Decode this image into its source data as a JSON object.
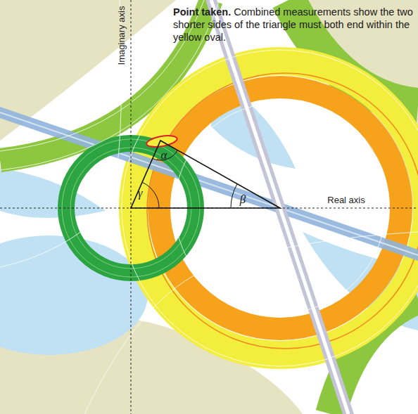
{
  "diagram": {
    "title": "Point taken.",
    "caption": "Combined measurements show the two shorter sides of the triangle must both end within the yellow oval.",
    "labels": [
      "Imaginary axis",
      "Real axis",
      "α",
      "β",
      "γ"
    ]
  }
}
